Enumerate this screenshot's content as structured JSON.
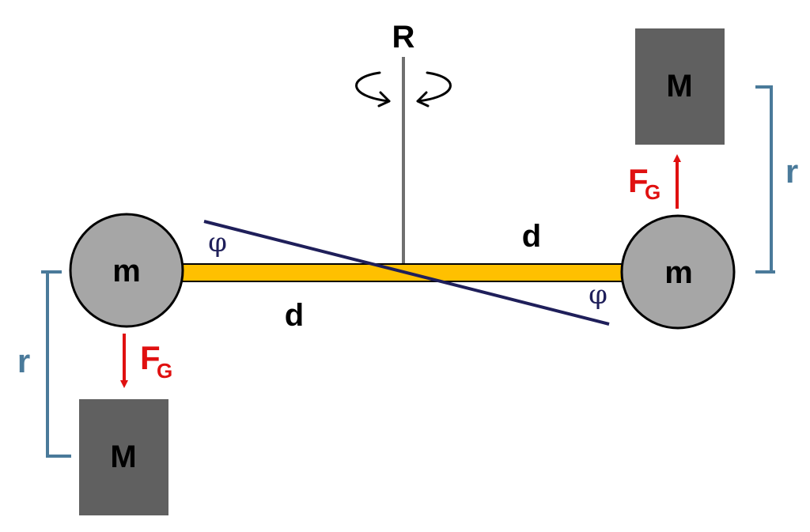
{
  "labels": {
    "axis": "R",
    "small_mass": "m",
    "large_mass": "M",
    "arm": "d",
    "separation": "r",
    "angle": "φ",
    "force_main": "F",
    "force_sub": "G"
  },
  "colors": {
    "rod": "#FFC000",
    "small_sphere": "#A6A6A6",
    "large_mass": "#606060",
    "force_arrow": "#E01010",
    "deflection_line": "#1F1F5A",
    "bracket": "#4A7A9A",
    "fiber": "#707070"
  },
  "icons": {
    "rotation": "rotation-arrows-icon"
  }
}
